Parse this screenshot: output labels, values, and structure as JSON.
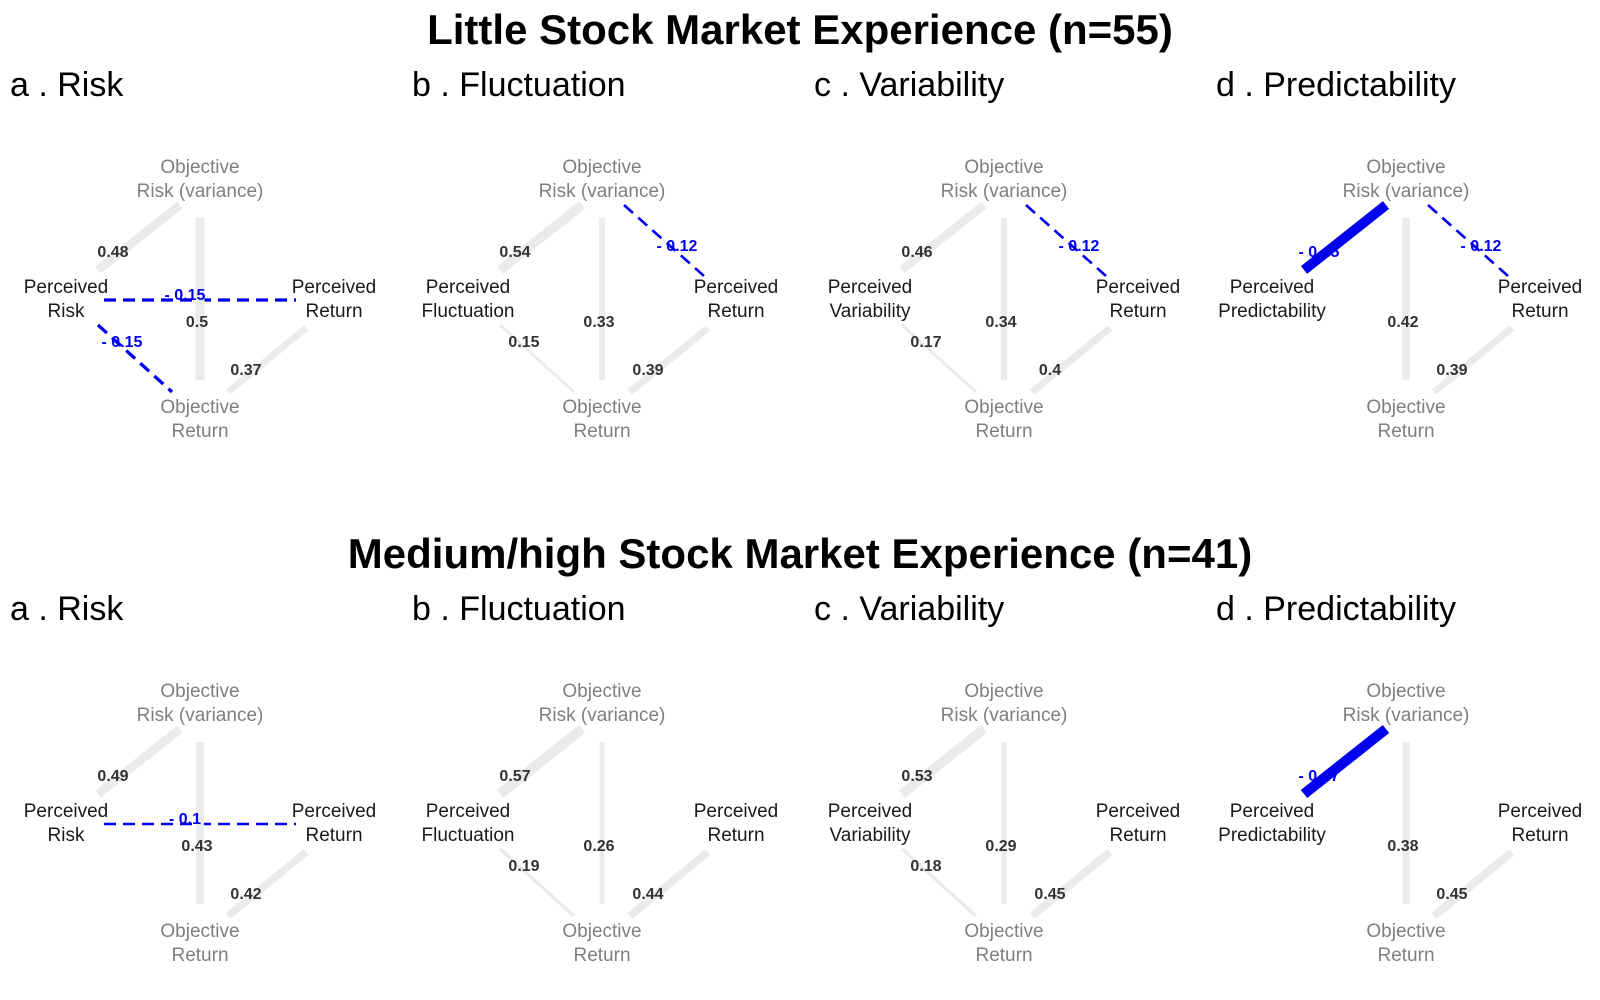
{
  "sections": [
    {
      "title": "Little Stock Market Experience (n=55)",
      "panels": [
        {
          "title": "a . Risk",
          "nodes": {
            "obj_risk": [
              "Objective",
              "Risk (variance)"
            ],
            "perceived": [
              "Perceived",
              "Risk"
            ],
            "perceived_return": [
              "Perceived",
              "Return"
            ],
            "obj_return": [
              "Objective",
              "Return"
            ]
          },
          "edges": [
            {
              "from": "obj_risk",
              "to": "perceived",
              "label": "0.48",
              "value": 0.48
            },
            {
              "from": "perceived",
              "to": "perceived_return",
              "label": "- 0.15",
              "value": -0.15
            },
            {
              "from": "perceived",
              "to": "obj_return",
              "label": "- 0.15",
              "value": -0.15
            },
            {
              "from": "obj_risk",
              "to": "obj_return",
              "label": "0.5",
              "value": 0.5
            },
            {
              "from": "obj_return",
              "to": "perceived_return",
              "label": "0.37",
              "value": 0.37
            }
          ]
        },
        {
          "title": "b . Fluctuation",
          "nodes": {
            "obj_risk": [
              "Objective",
              "Risk (variance)"
            ],
            "perceived": [
              "Perceived",
              "Fluctuation"
            ],
            "perceived_return": [
              "Perceived",
              "Return"
            ],
            "obj_return": [
              "Objective",
              "Return"
            ]
          },
          "edges": [
            {
              "from": "obj_risk",
              "to": "perceived",
              "label": "0.54",
              "value": 0.54
            },
            {
              "from": "obj_risk",
              "to": "perceived_return",
              "label": "- 0.12",
              "value": -0.12
            },
            {
              "from": "obj_risk",
              "to": "obj_return",
              "label": "0.33",
              "value": 0.33
            },
            {
              "from": "perceived",
              "to": "obj_return",
              "label": "0.15",
              "value": 0.15
            },
            {
              "from": "obj_return",
              "to": "perceived_return",
              "label": "0.39",
              "value": 0.39
            }
          ]
        },
        {
          "title": "c . Variability",
          "nodes": {
            "obj_risk": [
              "Objective",
              "Risk (variance)"
            ],
            "perceived": [
              "Perceived",
              "Variability"
            ],
            "perceived_return": [
              "Perceived",
              "Return"
            ],
            "obj_return": [
              "Objective",
              "Return"
            ]
          },
          "edges": [
            {
              "from": "obj_risk",
              "to": "perceived",
              "label": "0.46",
              "value": 0.46
            },
            {
              "from": "obj_risk",
              "to": "perceived_return",
              "label": "- 0.12",
              "value": -0.12
            },
            {
              "from": "obj_risk",
              "to": "obj_return",
              "label": "0.34",
              "value": 0.34
            },
            {
              "from": "perceived",
              "to": "obj_return",
              "label": "0.17",
              "value": 0.17
            },
            {
              "from": "obj_return",
              "to": "perceived_return",
              "label": "0.4",
              "value": 0.4
            }
          ]
        },
        {
          "title": "d . Predictability",
          "nodes": {
            "obj_risk": [
              "Objective",
              "Risk (variance)"
            ],
            "perceived": [
              "Perceived",
              "Predictability"
            ],
            "perceived_return": [
              "Perceived",
              "Return"
            ],
            "obj_return": [
              "Objective",
              "Return"
            ]
          },
          "edges": [
            {
              "from": "obj_risk",
              "to": "perceived",
              "label": "- 0.45",
              "value": -0.45
            },
            {
              "from": "obj_risk",
              "to": "perceived_return",
              "label": "- 0.12",
              "value": -0.12
            },
            {
              "from": "obj_risk",
              "to": "obj_return",
              "label": "0.42",
              "value": 0.42
            },
            {
              "from": "obj_return",
              "to": "perceived_return",
              "label": "0.39",
              "value": 0.39
            }
          ]
        }
      ]
    },
    {
      "title": "Medium/high Stock Market Experience (n=41)",
      "panels": [
        {
          "title": "a . Risk",
          "nodes": {
            "obj_risk": [
              "Objective",
              "Risk (variance)"
            ],
            "perceived": [
              "Perceived",
              "Risk"
            ],
            "perceived_return": [
              "Perceived",
              "Return"
            ],
            "obj_return": [
              "Objective",
              "Return"
            ]
          },
          "edges": [
            {
              "from": "obj_risk",
              "to": "perceived",
              "label": "0.49",
              "value": 0.49
            },
            {
              "from": "perceived",
              "to": "perceived_return",
              "label": "- 0.1",
              "value": -0.1
            },
            {
              "from": "obj_risk",
              "to": "obj_return",
              "label": "0.43",
              "value": 0.43
            },
            {
              "from": "obj_return",
              "to": "perceived_return",
              "label": "0.42",
              "value": 0.42
            }
          ]
        },
        {
          "title": "b . Fluctuation",
          "nodes": {
            "obj_risk": [
              "Objective",
              "Risk (variance)"
            ],
            "perceived": [
              "Perceived",
              "Fluctuation"
            ],
            "perceived_return": [
              "Perceived",
              "Return"
            ],
            "obj_return": [
              "Objective",
              "Return"
            ]
          },
          "edges": [
            {
              "from": "obj_risk",
              "to": "perceived",
              "label": "0.57",
              "value": 0.57
            },
            {
              "from": "obj_risk",
              "to": "obj_return",
              "label": "0.26",
              "value": 0.26
            },
            {
              "from": "perceived",
              "to": "obj_return",
              "label": "0.19",
              "value": 0.19
            },
            {
              "from": "obj_return",
              "to": "perceived_return",
              "label": "0.44",
              "value": 0.44
            }
          ]
        },
        {
          "title": "c . Variability",
          "nodes": {
            "obj_risk": [
              "Objective",
              "Risk (variance)"
            ],
            "perceived": [
              "Perceived",
              "Variability"
            ],
            "perceived_return": [
              "Perceived",
              "Return"
            ],
            "obj_return": [
              "Objective",
              "Return"
            ]
          },
          "edges": [
            {
              "from": "obj_risk",
              "to": "perceived",
              "label": "0.53",
              "value": 0.53
            },
            {
              "from": "obj_risk",
              "to": "obj_return",
              "label": "0.29",
              "value": 0.29
            },
            {
              "from": "perceived",
              "to": "obj_return",
              "label": "0.18",
              "value": 0.18
            },
            {
              "from": "obj_return",
              "to": "perceived_return",
              "label": "0.45",
              "value": 0.45
            }
          ]
        },
        {
          "title": "d . Predictability",
          "nodes": {
            "obj_risk": [
              "Objective",
              "Risk (variance)"
            ],
            "perceived": [
              "Perceived",
              "Predictability"
            ],
            "perceived_return": [
              "Perceived",
              "Return"
            ],
            "obj_return": [
              "Objective",
              "Return"
            ]
          },
          "edges": [
            {
              "from": "obj_risk",
              "to": "perceived",
              "label": "- 0.47",
              "value": -0.47
            },
            {
              "from": "obj_risk",
              "to": "obj_return",
              "label": "0.38",
              "value": 0.38
            },
            {
              "from": "obj_return",
              "to": "perceived_return",
              "label": "0.45",
              "value": 0.45
            }
          ]
        }
      ]
    }
  ],
  "colors": {
    "positive_edge": "#ebebeb",
    "negative_edge": "#0000ee",
    "positive_label": "#333333",
    "negative_label": "#0000ee",
    "objective_node": "#7f7f7f",
    "perceived_node": "#1a1a1a"
  }
}
